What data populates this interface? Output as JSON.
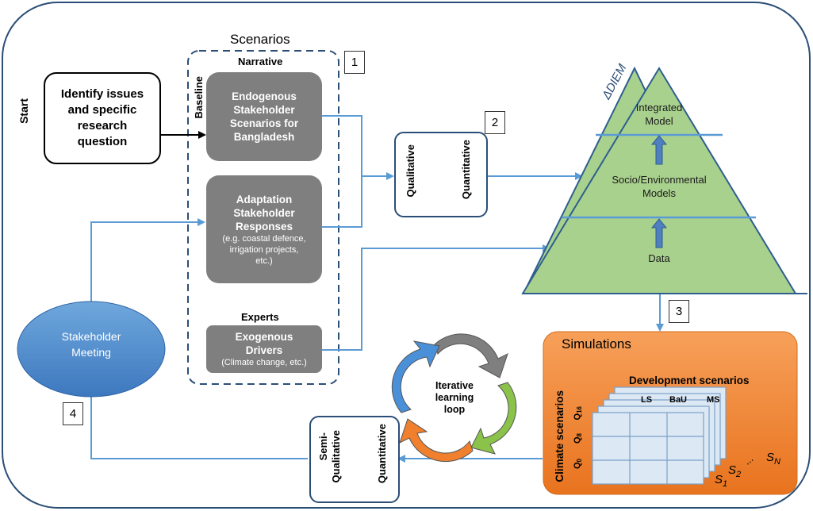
{
  "scenarios": {
    "title": "Scenarios",
    "narrative_label": "Narrative",
    "baseline_label": "Baseline",
    "experts_label": "Experts",
    "box_endogenous": [
      "Endogenous",
      "Stakeholder",
      "Scenarios for",
      "Bangladesh"
    ],
    "box_adaptation": [
      "Adaptation",
      "Stakeholder",
      "Responses"
    ],
    "box_adaptation_note": [
      "(e.g. coastal defence,",
      "irrigation projects,",
      "etc.)"
    ],
    "box_exogenous": [
      "Exogenous",
      "Drivers"
    ],
    "box_exogenous_note": "(Climate change, etc.)"
  },
  "start": {
    "label": "Start",
    "box_text": [
      "Identify issues",
      "and specific",
      "research",
      "question"
    ]
  },
  "steps": [
    "1",
    "2",
    "3",
    "4"
  ],
  "qual_quant": {
    "left": "Qualitative",
    "right": "Quantitative"
  },
  "pyramid": {
    "name": "ΔDIEM",
    "top": [
      "Integrated",
      "Model"
    ],
    "middle": [
      "Socio/Environmental",
      "Models"
    ],
    "bottom": "Data"
  },
  "stakeholder": [
    "Stakeholder",
    "Meeting"
  ],
  "loop": [
    "Iterative",
    "learning",
    "loop"
  ],
  "simulations": {
    "title": "Simulations",
    "dev_title": "Development scenarios",
    "dev_cols": [
      "LS",
      "BaU",
      "MS"
    ],
    "climate_title": "Climate scenarios",
    "climate_rows": [
      "Q",
      "Q",
      "Q"
    ],
    "climate_subs": [
      "0",
      "8",
      "16"
    ],
    "stack_labels": {
      "s": "S",
      "sub1": "1",
      "sub2": "2",
      "subN": "N",
      "dots": "..."
    }
  },
  "semi": {
    "left": [
      "Semi-",
      "Qualitative"
    ],
    "right": "Quantitative"
  },
  "colors": {
    "border": "#2b4e76",
    "arrow": "#5b9bd5",
    "grey": "#7f7f7f",
    "pyramid": "#a9d18e",
    "stakeholder": "#3f80c7",
    "simulations": "#f07f2e"
  }
}
